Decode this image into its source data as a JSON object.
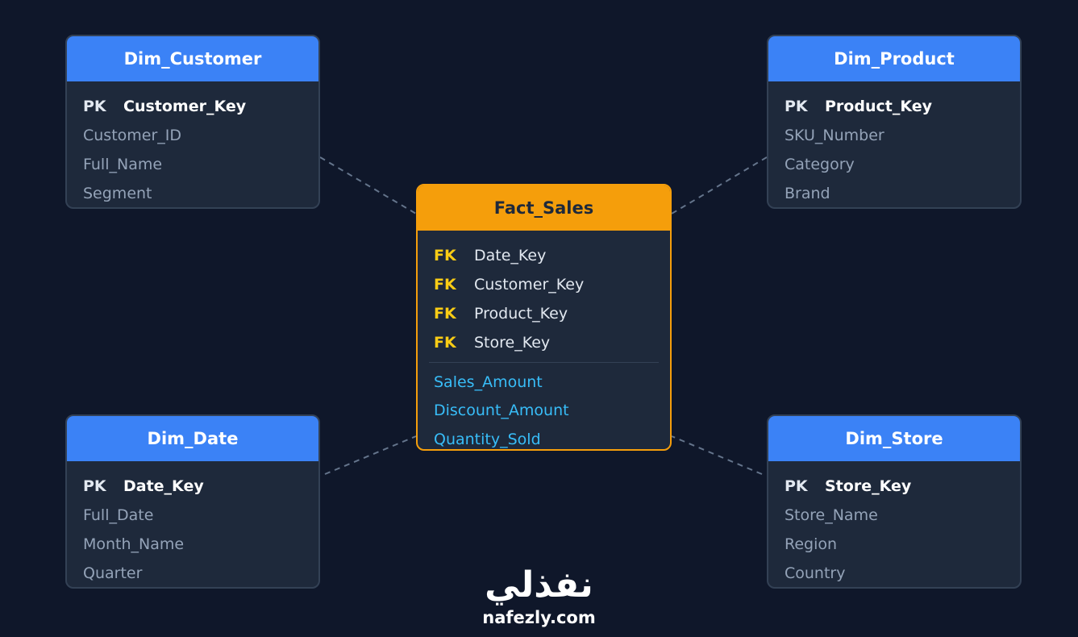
{
  "colors": {
    "background": "#0f172a",
    "dim_header": "#3b82f6",
    "fact_header": "#f59e0b",
    "card_body": "#1e293b",
    "fk_label": "#facc15",
    "measure": "#38bdf8",
    "connector": "#64748b"
  },
  "dim_customer": {
    "title": "Dim_Customer",
    "pk_label": "PK",
    "pk_field": "Customer_Key",
    "fields": [
      "Customer_ID",
      "Full_Name",
      "Segment"
    ]
  },
  "dim_product": {
    "title": "Dim_Product",
    "pk_label": "PK",
    "pk_field": "Product_Key",
    "fields": [
      "SKU_Number",
      "Category",
      "Brand"
    ]
  },
  "dim_date": {
    "title": "Dim_Date",
    "pk_label": "PK",
    "pk_field": "Date_Key",
    "fields": [
      "Full_Date",
      "Month_Name",
      "Quarter"
    ]
  },
  "dim_store": {
    "title": "Dim_Store",
    "pk_label": "PK",
    "pk_field": "Store_Key",
    "fields": [
      "Store_Name",
      "Region",
      "Country"
    ]
  },
  "fact_sales": {
    "title": "Fact_Sales",
    "fk_label": "FK",
    "foreign_keys": [
      "Date_Key",
      "Customer_Key",
      "Product_Key",
      "Store_Key"
    ],
    "measures": [
      "Sales_Amount",
      "Discount_Amount",
      "Quantity_Sold"
    ]
  },
  "logo": {
    "arabic": "نفذلي",
    "latin": "nafezly.com"
  }
}
